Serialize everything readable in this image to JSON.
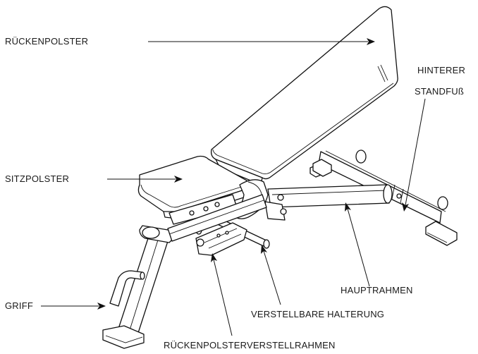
{
  "labels": {
    "back_pad": "RÜCKENPOLSTER",
    "rear_foot_line1": "HINTERER",
    "rear_foot_line2": "STANDFUß",
    "seat_pad": "SITZPOLSTER",
    "main_frame": "HAUPTRAHMEN",
    "handle": "GRIFF",
    "adjustable_bracket": "VERSTELLBARE HALTERUNG",
    "back_adjust_frame": "RÜCKENPOLSTERVERSTELLRAHMEN"
  }
}
